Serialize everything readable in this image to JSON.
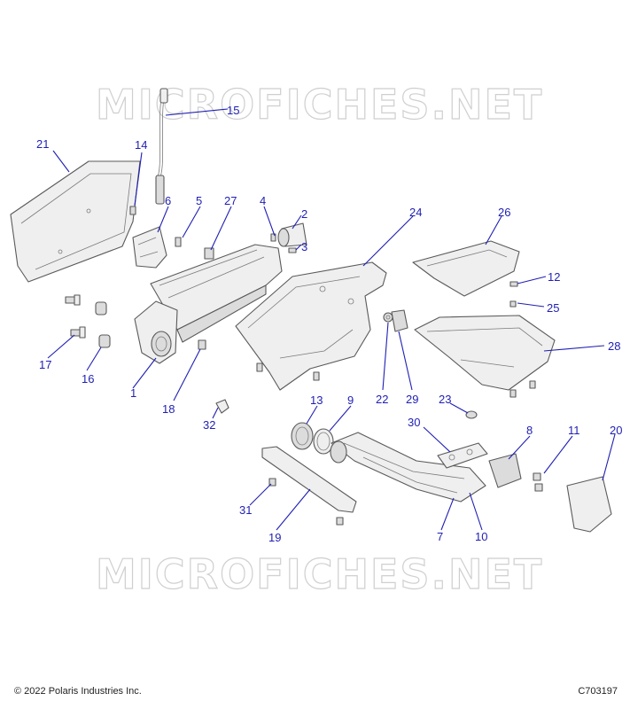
{
  "watermark": {
    "text": "MICROFICHES.NET"
  },
  "footer": {
    "copyright": "© 2022 Polaris Industries Inc.",
    "drawing_number": "C703197"
  },
  "callouts": [
    "1",
    "2",
    "3",
    "4",
    "5",
    "6",
    "7",
    "8",
    "9",
    "10",
    "11",
    "12",
    "13",
    "14",
    "15",
    "16",
    "17",
    "18",
    "19",
    "20",
    "21",
    "22",
    "23",
    "24",
    "25",
    "26",
    "27",
    "28",
    "29",
    "30",
    "31",
    "32"
  ],
  "accent_color": "#1f1fb4"
}
